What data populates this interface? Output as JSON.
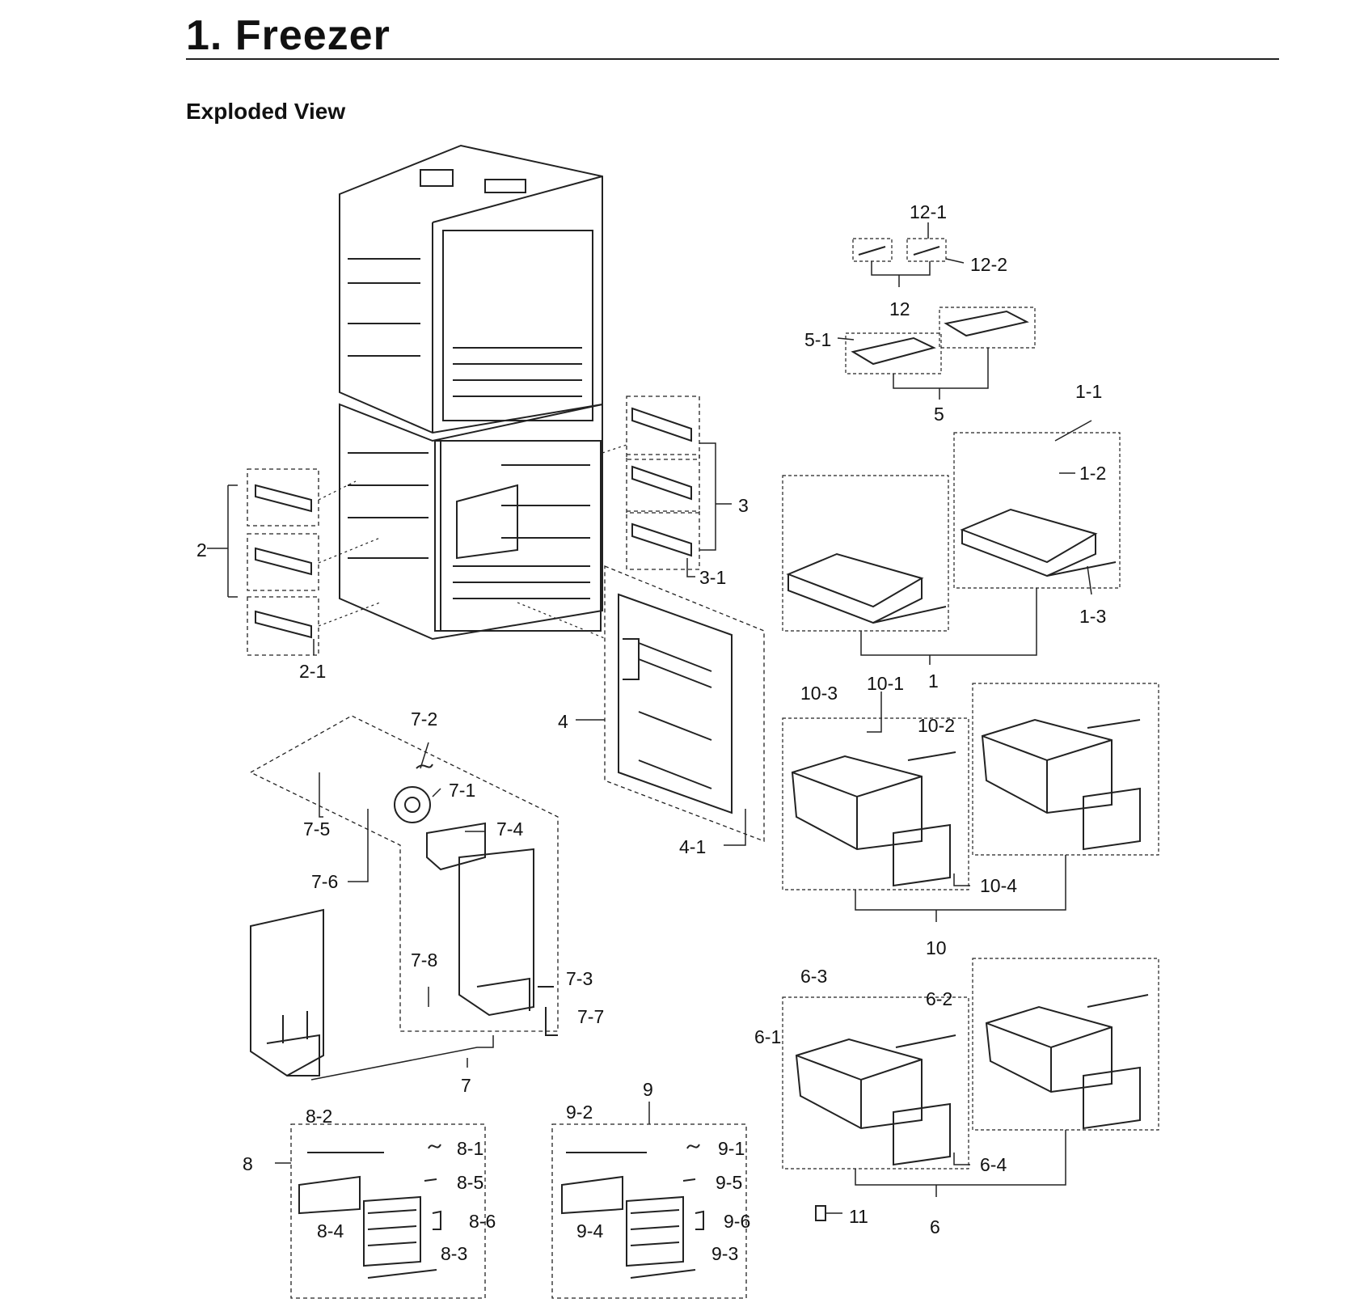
{
  "heading": {
    "title": "1.  Freezer",
    "subtitle": "Exploded View"
  },
  "part_labels": {
    "p1": "1",
    "p1_1": "1-1",
    "p1_2": "1-2",
    "p1_3": "1-3",
    "p2": "2",
    "p2_1": "2-1",
    "p3": "3",
    "p3_1": "3-1",
    "p4": "4",
    "p4_1": "4-1",
    "p5": "5",
    "p5_1": "5-1",
    "p6": "6",
    "p6_1": "6-1",
    "p6_2": "6-2",
    "p6_3": "6-3",
    "p6_4": "6-4",
    "p7": "7",
    "p7_1": "7-1",
    "p7_2": "7-2",
    "p7_3": "7-3",
    "p7_4": "7-4",
    "p7_5": "7-5",
    "p7_6": "7-6",
    "p7_7": "7-7",
    "p7_8": "7-8",
    "p8": "8",
    "p8_1": "8-1",
    "p8_2": "8-2",
    "p8_3": "8-3",
    "p8_4": "8-4",
    "p8_5": "8-5",
    "p8_6": "8-6",
    "p9": "9",
    "p9_1": "9-1",
    "p9_2": "9-2",
    "p9_3": "9-3",
    "p9_4": "9-4",
    "p9_5": "9-5",
    "p9_6": "9-6",
    "p10": "10",
    "p10_1": "10-1",
    "p10_2": "10-2",
    "p10_3": "10-3",
    "p10_4": "10-4",
    "p11": "11",
    "p12": "12",
    "p12_1": "12-1",
    "p12_2": "12-2"
  }
}
